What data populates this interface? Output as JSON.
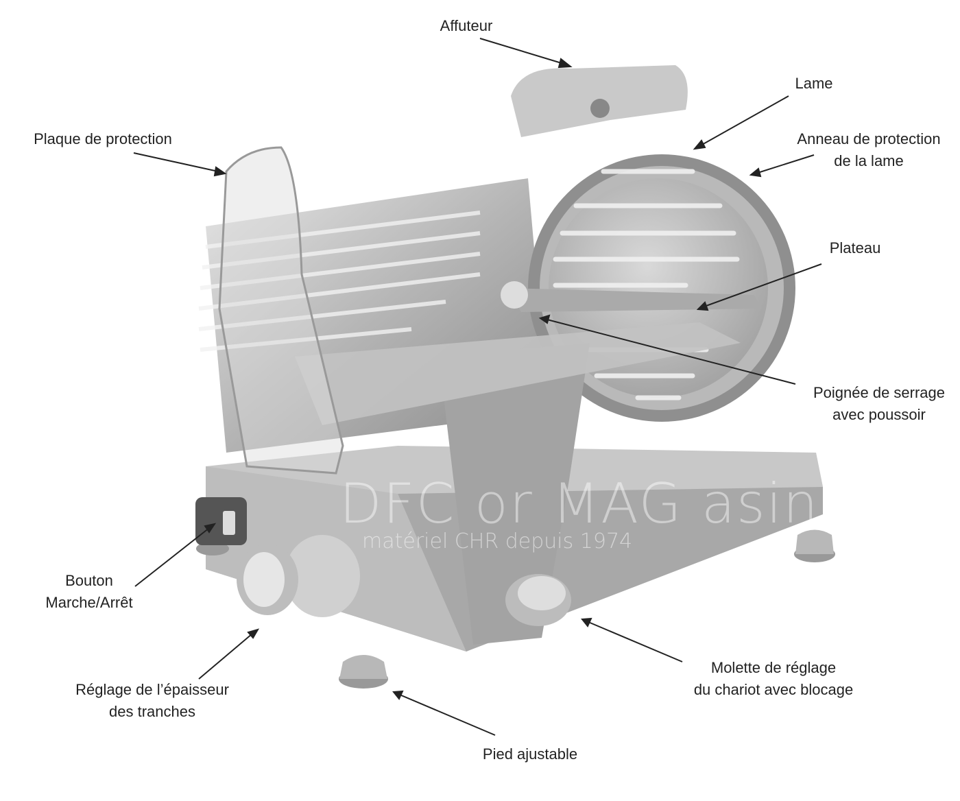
{
  "labels": {
    "affuteur": "Affuteur",
    "lame": "Lame",
    "plaque": "Plaque de protection",
    "anneau_1": "Anneau de protection",
    "anneau_2": "de la lame",
    "plateau": "Plateau",
    "poignee_1": "Poignée de serrage",
    "poignee_2": "avec poussoir",
    "bouton_1": "Bouton",
    "bouton_2": "Marche/Arrêt",
    "reglage_1": "Réglage de l’épaisseur",
    "reglage_2": "des tranches",
    "molette_1": "Molette de réglage",
    "molette_2": "du chariot avec blocage",
    "pied": "Pied ajustable"
  },
  "watermark": {
    "brand": "DFC or MAG asins",
    "tagline": "matériel CHR depuis 1974"
  }
}
